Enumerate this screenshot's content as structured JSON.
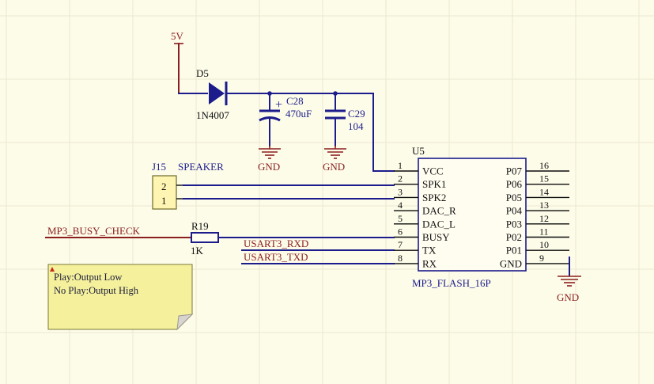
{
  "power": {
    "vcc_label": "5V",
    "gnd_label": "GND"
  },
  "diode": {
    "designator": "D5",
    "value": "1N4007"
  },
  "cap_c28": {
    "designator": "C28",
    "value": "470uF",
    "polarity": "+"
  },
  "cap_c29": {
    "designator": "C29",
    "value": "104"
  },
  "connector": {
    "designator": "J15",
    "name": "SPEAKER",
    "pins": [
      "2",
      "1"
    ]
  },
  "resistor": {
    "designator": "R19",
    "value": "1K"
  },
  "nets": {
    "busy": "MP3_BUSY_CHECK",
    "rxd": "USART3_RXD",
    "txd": "USART3_TXD"
  },
  "module": {
    "designator": "U5",
    "part": "MP3_FLASH_16P",
    "left_pins": [
      {
        "num": "1",
        "name": "VCC"
      },
      {
        "num": "2",
        "name": "SPK1"
      },
      {
        "num": "3",
        "name": "SPK2"
      },
      {
        "num": "4",
        "name": "DAC_R"
      },
      {
        "num": "5",
        "name": "DAC_L"
      },
      {
        "num": "6",
        "name": "BUSY"
      },
      {
        "num": "7",
        "name": "TX"
      },
      {
        "num": "8",
        "name": "RX"
      }
    ],
    "right_pins": [
      {
        "num": "16",
        "name": "P07"
      },
      {
        "num": "15",
        "name": "P06"
      },
      {
        "num": "14",
        "name": "P05"
      },
      {
        "num": "13",
        "name": "P04"
      },
      {
        "num": "12",
        "name": "P03"
      },
      {
        "num": "11",
        "name": "P02"
      },
      {
        "num": "10",
        "name": "P01"
      },
      {
        "num": "9",
        "name": "GND"
      }
    ]
  },
  "note": {
    "line1": "Play:Output Low",
    "line2": "No Play:Output High"
  },
  "colors": {
    "background": "#fdfce9",
    "wire": "#1c1c8c",
    "power_symbol": "#8b1e1e",
    "note_fill": "#f4f09c"
  }
}
